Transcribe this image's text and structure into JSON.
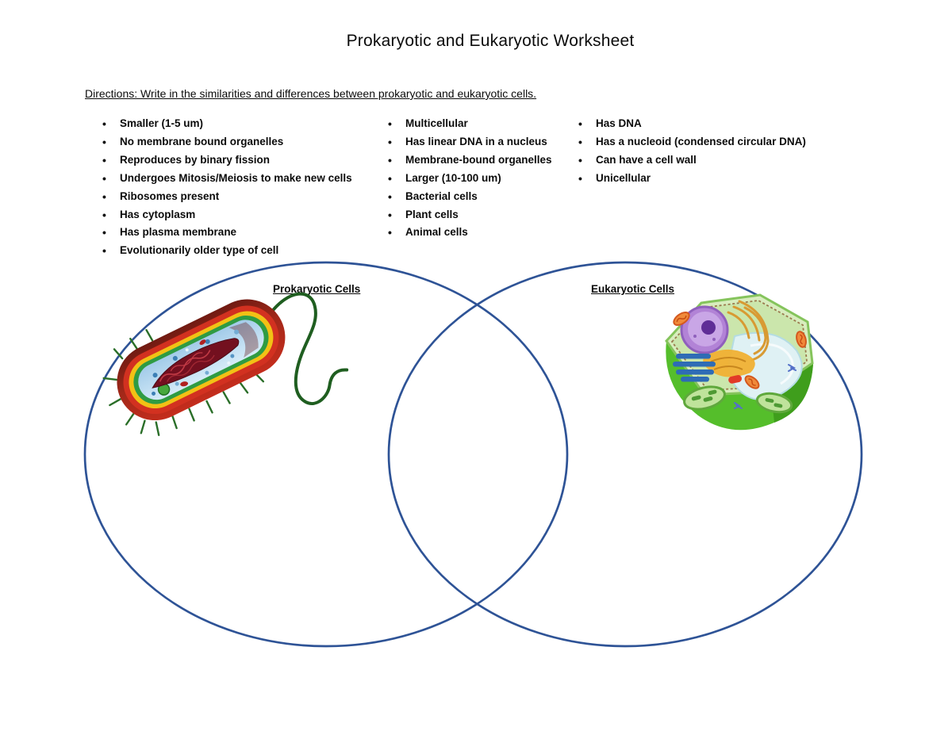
{
  "page": {
    "title": "Prokaryotic and Eukaryotic Worksheet",
    "directions": "Directions: Write in the similarities and differences between prokaryotic and eukaryotic cells."
  },
  "word_bank": {
    "columns": [
      {
        "items": [
          "Smaller (1-5 um)",
          "No membrane bound organelles",
          "Reproduces by binary fission",
          "Undergoes Mitosis/Meiosis to make new cells",
          "Ribosomes present",
          "Has cytoplasm",
          "Has plasma membrane",
          "Evolutionarily older type of cell"
        ]
      },
      {
        "items": [
          "Multicellular",
          "Has linear DNA in a nucleus",
          "Membrane-bound organelles",
          "Larger (10-100 um)",
          "Bacterial cells",
          "Plant cells",
          "Animal cells"
        ]
      },
      {
        "items": [
          "Has DNA",
          "Has a nucleoid (condensed circular DNA)",
          "Can have a cell wall",
          "Unicellular"
        ]
      }
    ]
  },
  "venn": {
    "left_label": "Prokaryotic Cells",
    "right_label": "Eukaryotic Cells",
    "circle_color": "#2E5396"
  },
  "illustrations": {
    "left": "prokaryote-bacterium-cell",
    "right": "eukaryote-plant-cell"
  }
}
